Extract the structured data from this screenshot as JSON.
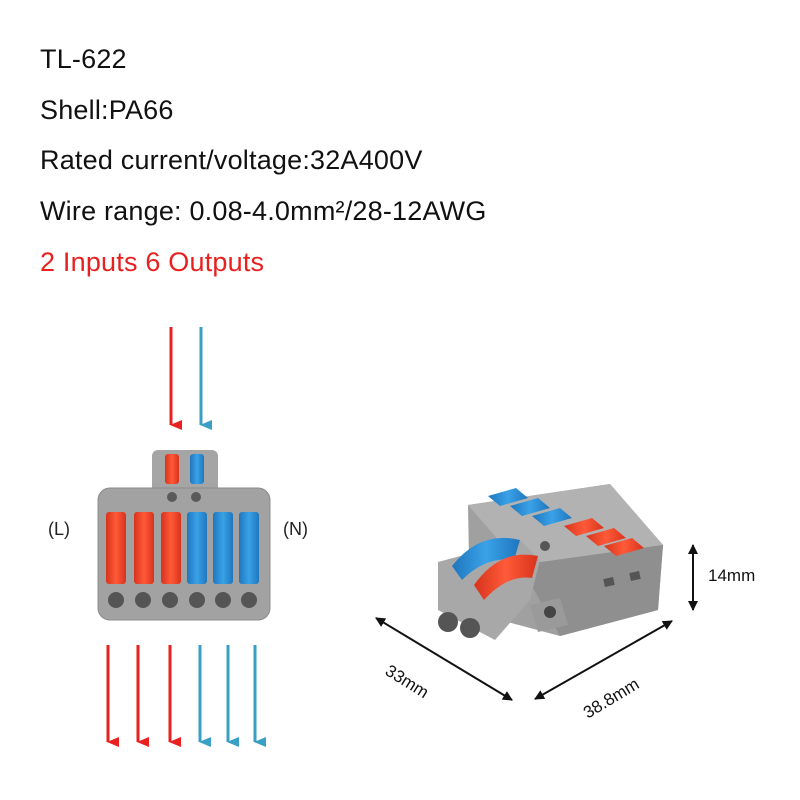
{
  "specs": {
    "model": "TL-622",
    "shell": "Shell:PA66",
    "rated": "Rated current/voltage:32A400V",
    "wire_range": "Wire range: 0.08-4.0mm²/28-12AWG",
    "io": "2 Inputs 6 Outputs"
  },
  "labels": {
    "live": "(L)",
    "neutral": "(N)"
  },
  "dimensions": {
    "height": "14mm",
    "depth": "33mm",
    "width": "38.8mm"
  },
  "colors": {
    "live": "#e8201f",
    "neutral": "#3a9fc4",
    "lever_red": "#f0462a",
    "lever_blue": "#2f8fd6",
    "housing": "#9c9c9c"
  },
  "icons": [
    "down-arrow-icon"
  ]
}
